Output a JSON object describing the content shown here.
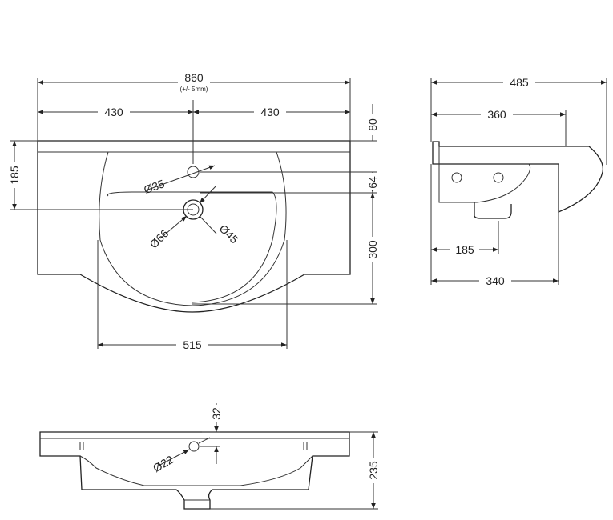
{
  "top_view": {
    "width_total": "860",
    "tolerance": "(+/- 5mm)",
    "half_left": "430",
    "half_right": "430",
    "height_left": "185",
    "right_top": "80",
    "right_mid": "64",
    "right_bottom": "300",
    "bowl_width": "515",
    "hole_tap": "Ø35",
    "waste_outer": "Ø66",
    "waste_inner": "Ø45"
  },
  "side_view": {
    "depth_total": "485",
    "depth_tap": "360",
    "waste_offset": "185",
    "depth_bowl": "340"
  },
  "front_view": {
    "top_offset": "32",
    "overflow_hole": "Ø22",
    "height": "235"
  }
}
